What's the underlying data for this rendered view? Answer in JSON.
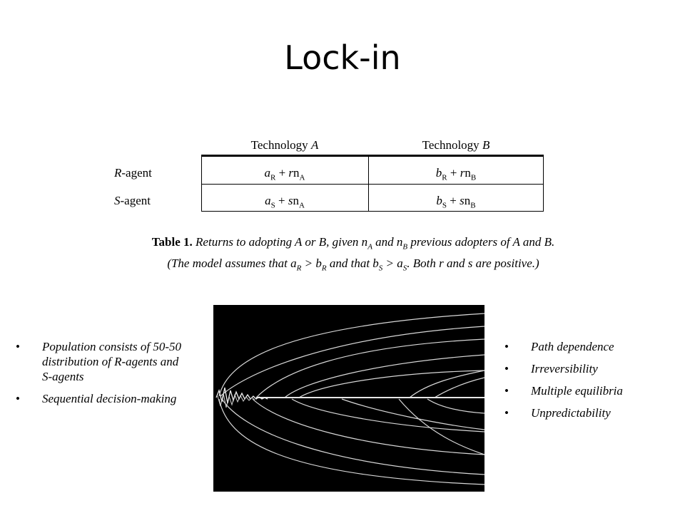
{
  "slide": {
    "title": "Lock-in"
  },
  "table": {
    "header_a_prefix": "Technology ",
    "header_a_letter": "A",
    "header_b_prefix": "Technology ",
    "header_b_letter": "B",
    "rows": [
      {
        "agent_letter": "R",
        "agent_suffix": "-agent"
      },
      {
        "agent_letter": "S",
        "agent_suffix": "-agent"
      }
    ],
    "caption_label": "Table 1.",
    "caption_line1": "Returns to adopting A or B, given n",
    "caption_line1_tail": "previous adopters of A and B.",
    "caption_line2": "(The model assumes that a",
    "caption_line2_mid": "and that b",
    "caption_line2_tail": ". Both r and s are positive.)"
  },
  "bullets_left": [
    "Population consists of 50-50 distribution of R-agents and S-agents",
    "Sequential decision-making"
  ],
  "bullets_right": [
    "Path dependence",
    "Irreversibility",
    "Multiple equilibria",
    "Unpredictability"
  ],
  "bullet_glyph": "•"
}
